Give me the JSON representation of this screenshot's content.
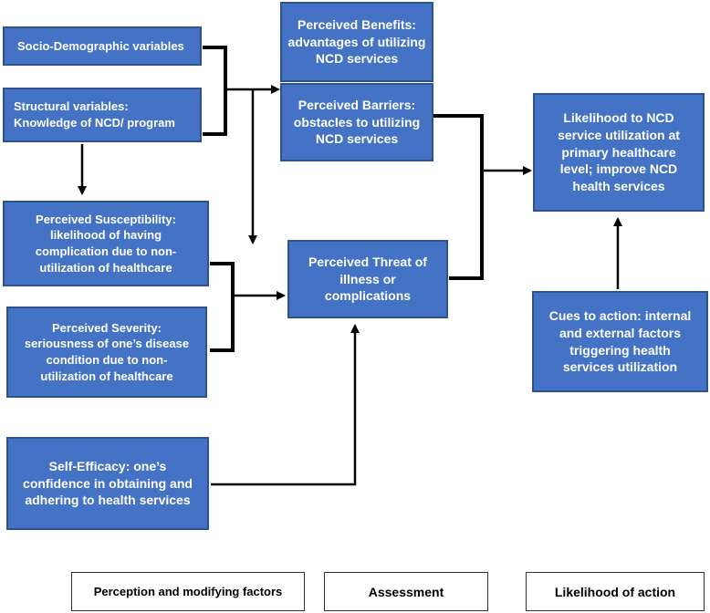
{
  "nodes": {
    "socio_demographic": "Socio-Demographic variables",
    "structural": "Structural variables:\nKnowledge of NCD/ program",
    "perceived_benefits": "Perceived Benefits:\nadvantages of utilizing\nNCD services",
    "perceived_barriers": "Perceived Barriers:\nobstacles to utilizing\nNCD services",
    "perceived_susceptibility": "Perceived Susceptibility:\nlikelihood of having\ncomplication due to non-\nutilization of healthcare",
    "perceived_severity": "Perceived Severity:\nseriousness of one’s disease\ncondition due to non-\nutilization of healthcare",
    "perceived_threat": "Perceived Threat of\nillness or\ncomplications",
    "self_efficacy": "Self-Efficacy: one’s\nconfidence in obtaining and\nadhering to health services",
    "likelihood": "Likelihood to NCD\nservice utilization at\nprimary healthcare\nlevel; improve NCD\nhealth services",
    "cues_to_action": "Cues to action: internal\nand external factors\ntriggering health\nservices utilization"
  },
  "legend": {
    "perception": "Perception and modifying factors",
    "assessment": "Assessment",
    "likelihood_of_action": "Likelihood of action"
  },
  "colors": {
    "box_fill": "#4472c4",
    "box_border": "#2f528f",
    "box_text": "#ffffff",
    "connector": "#000000"
  }
}
